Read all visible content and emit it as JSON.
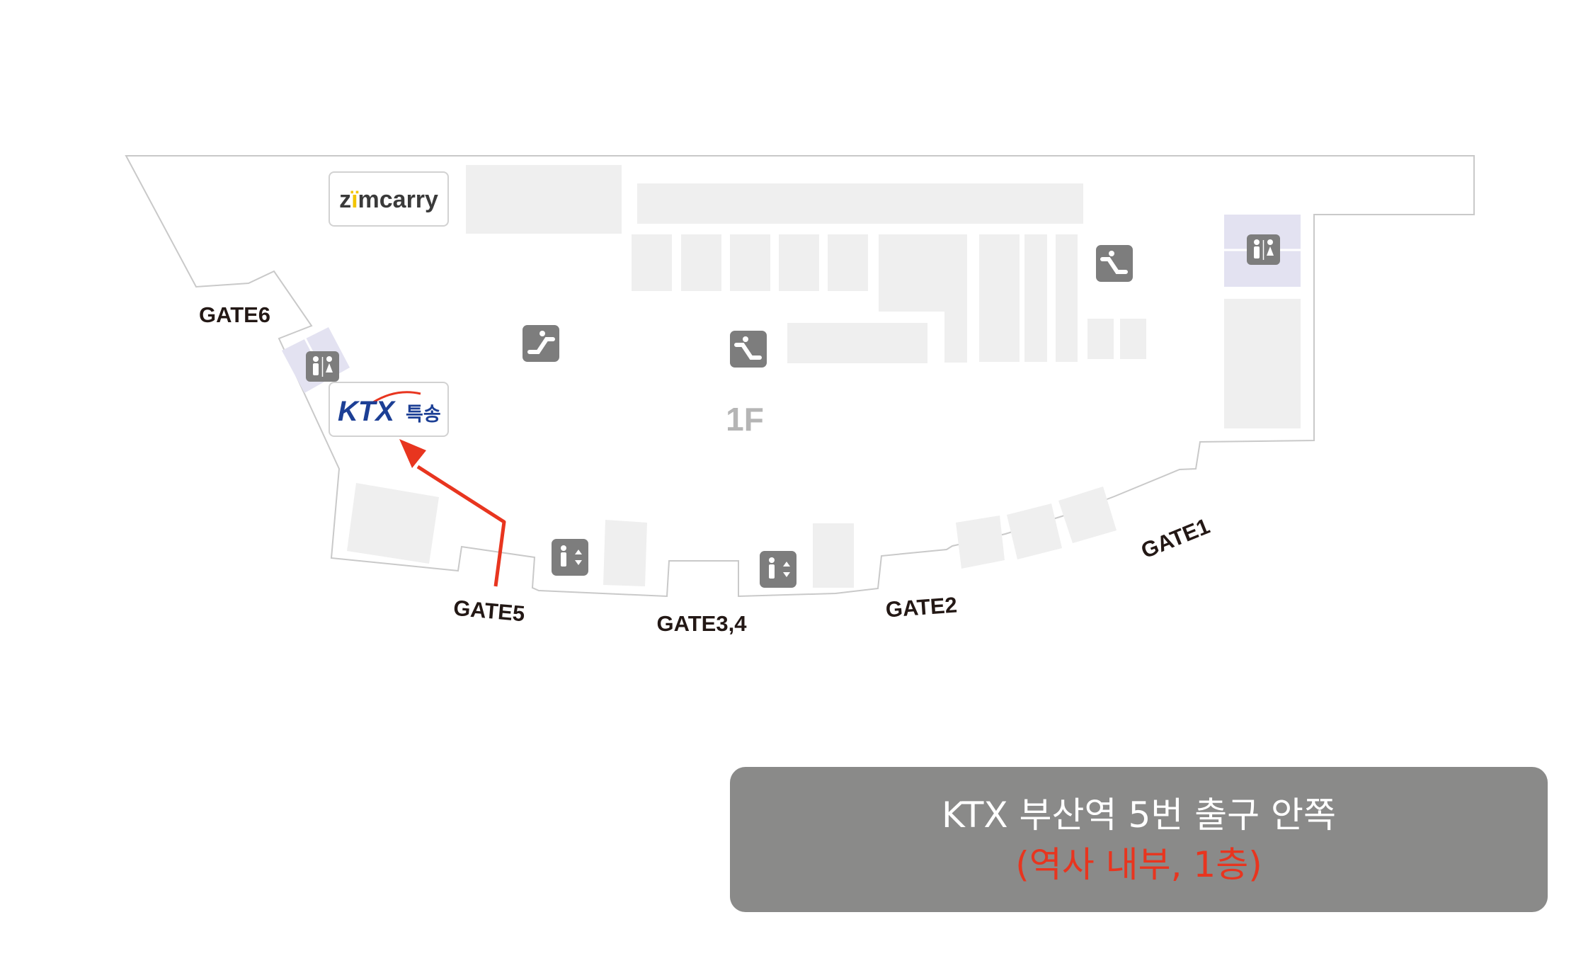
{
  "floor_label": "1F",
  "gates": {
    "gate1": "GATE1",
    "gate2": "GATE2",
    "gate3_4": "GATE3,4",
    "gate5": "GATE5",
    "gate6": "GATE6"
  },
  "logos": {
    "zimcarry": {
      "prefix": "z",
      "accent": "ï",
      "suffix": "mcarry",
      "brand_color": "#f2c400"
    },
    "ktx": {
      "main": "KTX",
      "sub": "특송",
      "brand_color": "#1c3f95"
    }
  },
  "icons": [
    "restroom-icon",
    "escalator-icon",
    "elevator-icon"
  ],
  "info": {
    "line1": "KTX 부산역 5번 출구 안쪽",
    "line2": "(역사 내부, 1층)"
  },
  "colors": {
    "route_arrow": "#e8351f",
    "map_block": "#efefef",
    "restroom_zone": "#e3e2f1",
    "icon_bg": "#7d7d7d",
    "info_bg": "#8a8a89",
    "info_highlight": "#e8351f"
  }
}
